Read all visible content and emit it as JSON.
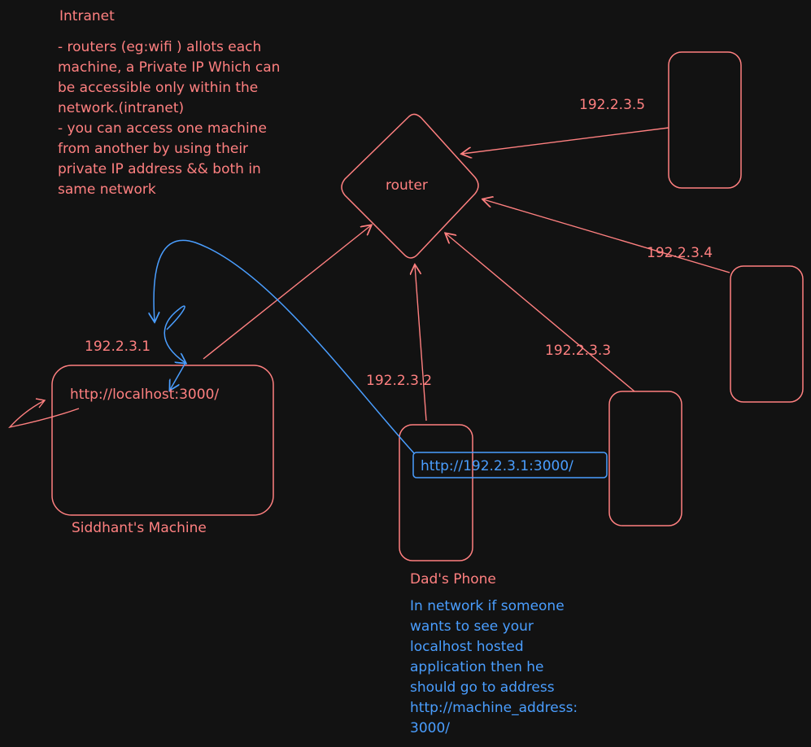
{
  "colors": {
    "background": "#121212",
    "red": "#ff8080",
    "blue": "#4a9eff"
  },
  "intranet": {
    "title": "Intranet",
    "lines": [
      "- routers (eg:wifi ) allots each",
      "machine, a Private IP Which can",
      "be accessible only within the",
      "network.(intranet)",
      "- you can access one machine",
      "from another by using their",
      "private IP address && both in",
      "same network"
    ]
  },
  "router": {
    "label": "router"
  },
  "ips": {
    "machine": "192.2.3.1",
    "phone": "192.2.3.2",
    "device3": "192.2.3.3",
    "device4": "192.2.3.4",
    "device5": "192.2.3.5"
  },
  "machine": {
    "url": "http://localhost:3000/",
    "label": "Siddhant's Machine"
  },
  "phone": {
    "url": "http://192.2.3.1:3000/",
    "label": "Dad's Phone"
  },
  "note": {
    "lines": [
      "In network if someone",
      "wants to see your",
      "localhost hosted",
      "application then he",
      "should go to address",
      "http://machine_address:",
      "3000/"
    ]
  }
}
